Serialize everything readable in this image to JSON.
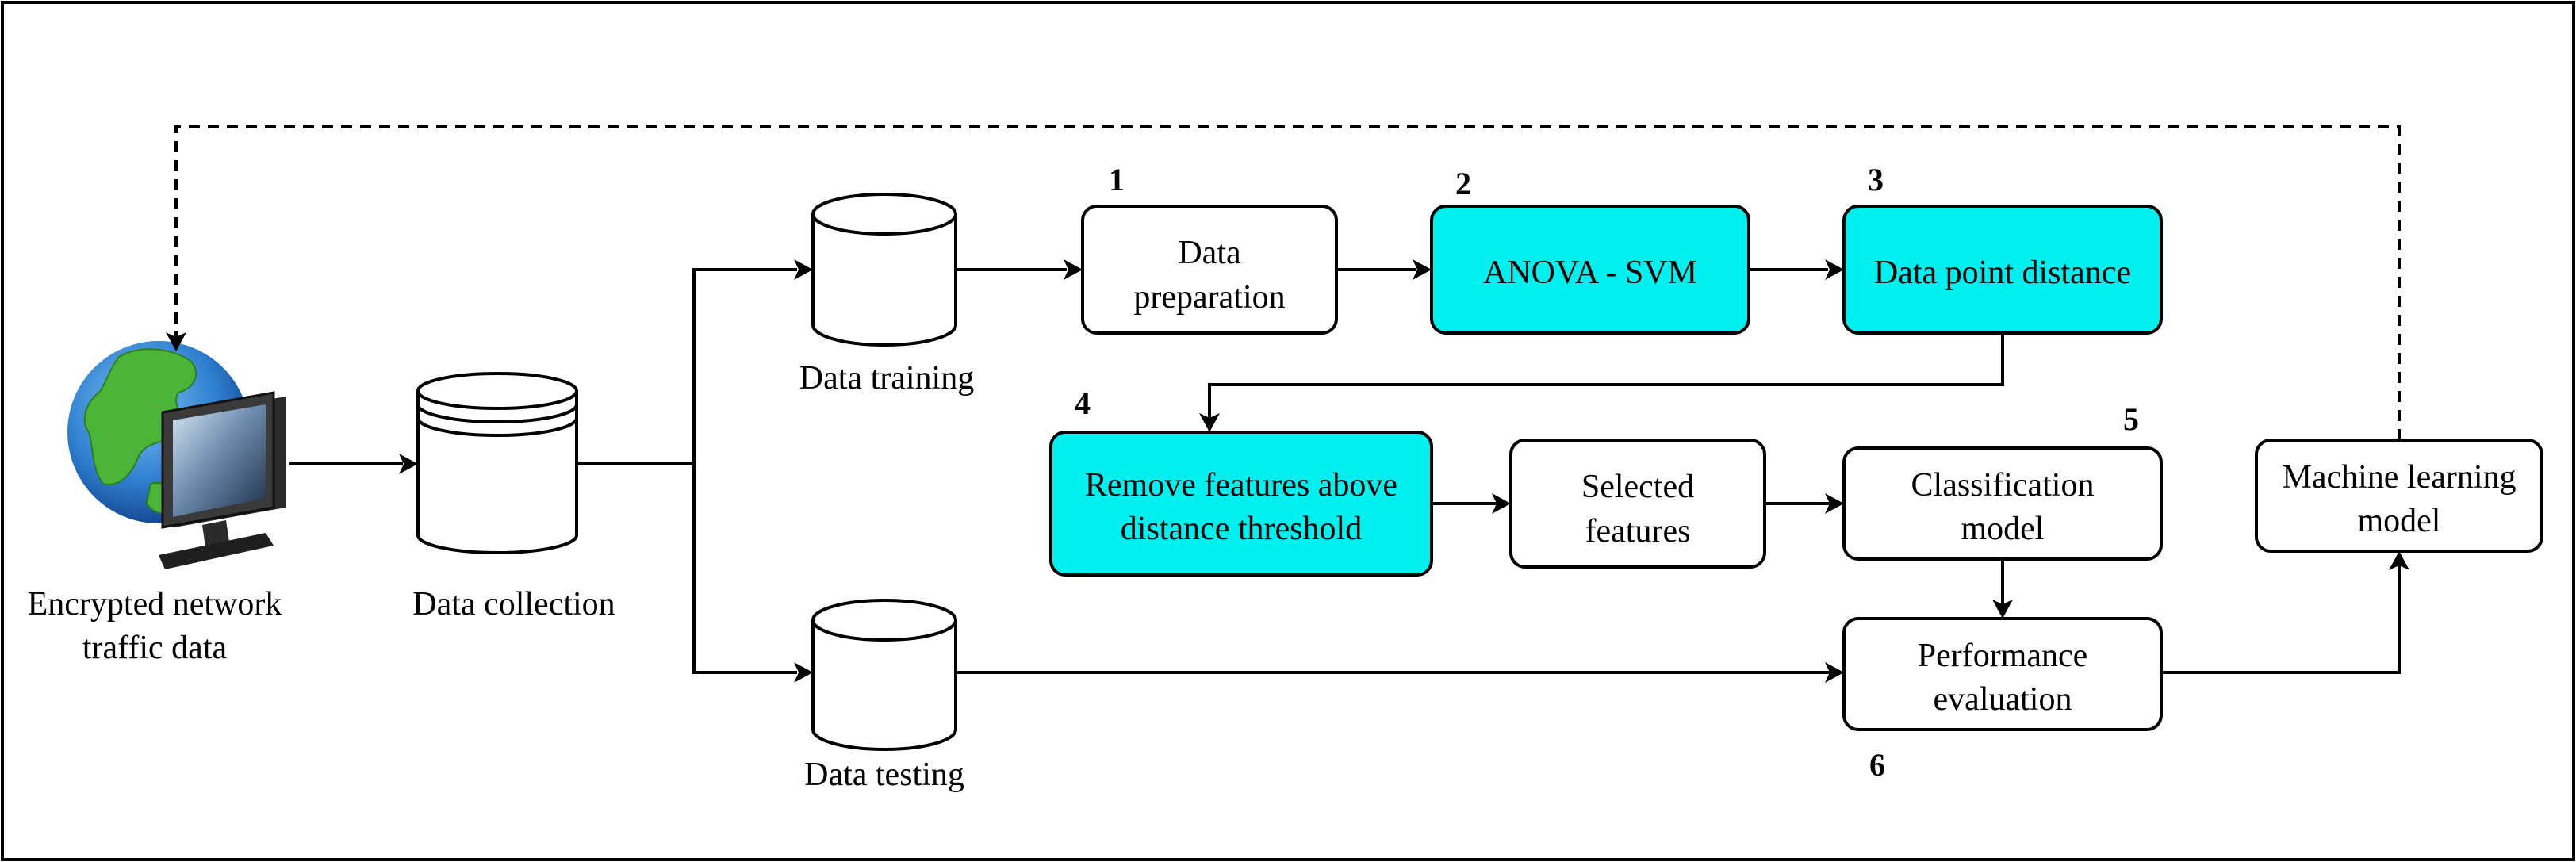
{
  "colors": {
    "highlight": "#00f0f0",
    "box_fill": "#ffffff",
    "stroke": "#000000"
  },
  "sources": {
    "encrypted": {
      "icon": "globe-monitor-icon",
      "line1": "Encrypted network",
      "line2": "traffic data"
    },
    "collection": {
      "icon": "database-icon",
      "label": "Data collection"
    },
    "training": {
      "icon": "cylinder-icon",
      "label": "Data training"
    },
    "testing": {
      "icon": "cylinder-icon",
      "label": "Data testing"
    }
  },
  "steps": {
    "preparation": {
      "number": "1",
      "line1": "Data",
      "line2": "preparation"
    },
    "anova": {
      "number": "2",
      "label": "ANOVA - SVM"
    },
    "distance": {
      "number": "3",
      "label": "Data point distance"
    },
    "remove": {
      "number": "4",
      "line1": "Remove features above",
      "line2": "distance threshold"
    },
    "selected": {
      "line1": "Selected",
      "line2": "features"
    },
    "classification": {
      "number": "5",
      "line1": "Classification",
      "line2": "model"
    },
    "performance": {
      "number": "6",
      "line1": "Performance",
      "line2": "evaluation"
    },
    "ml_model": {
      "line1": "Machine learning",
      "line2": "model"
    }
  }
}
